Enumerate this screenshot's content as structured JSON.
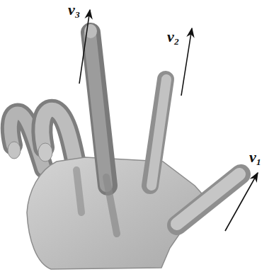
{
  "diagram": {
    "labels": [
      "v₃",
      "v₂",
      "v₁"
    ]
  }
}
